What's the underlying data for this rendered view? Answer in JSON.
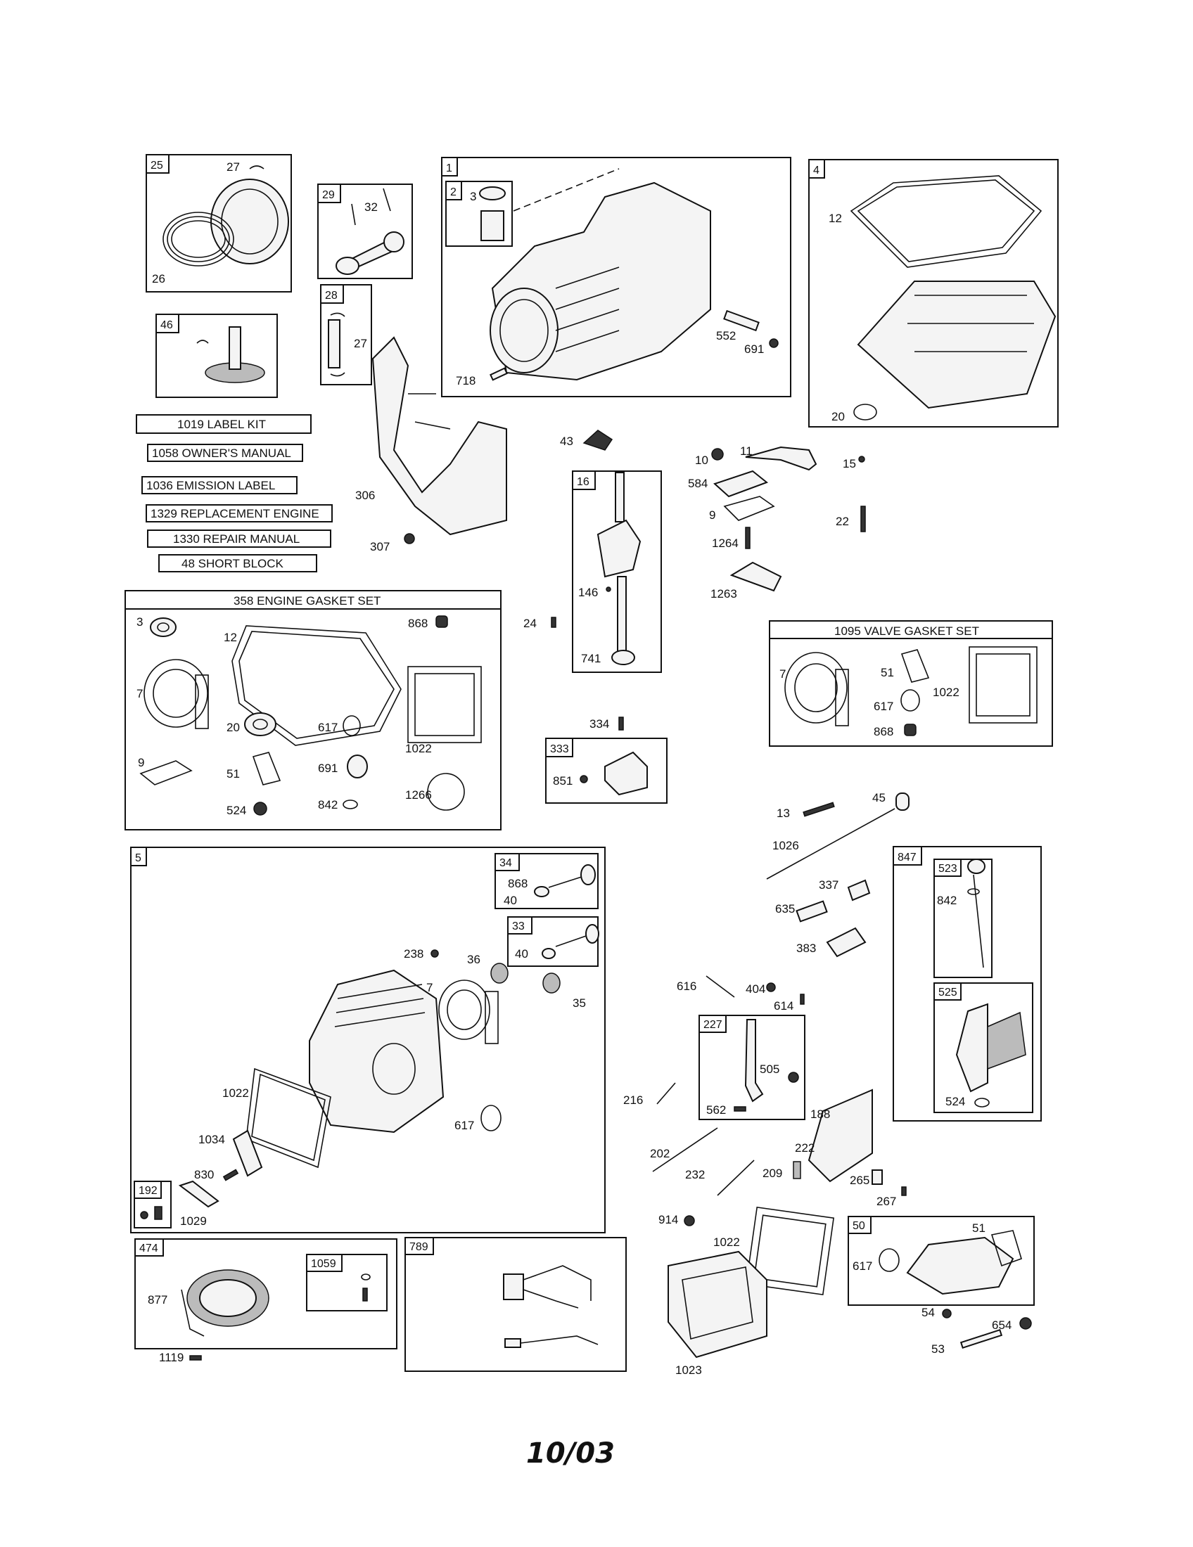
{
  "footer_date": "10/03",
  "kits": {
    "label_kit": "1019 LABEL KIT",
    "owners_manual": "1058 OWNER'S MANUAL",
    "emission_label": "1036 EMISSION LABEL",
    "replacement_engine": "1329 REPLACEMENT ENGINE",
    "repair_manual": "1330 REPAIR MANUAL",
    "short_block": "48 SHORT BLOCK"
  },
  "engine_gasket_set": {
    "title": "358 ENGINE GASKET SET",
    "labels": [
      "3",
      "12",
      "868",
      "7",
      "20",
      "617",
      "1022",
      "9",
      "51",
      "691",
      "524",
      "842",
      "1266"
    ]
  },
  "valve_gasket_set": {
    "title": "1095 VALVE GASKET SET",
    "labels": [
      "7",
      "51",
      "1022",
      "617",
      "868"
    ]
  },
  "boxes": {
    "b25": "25",
    "b29": "29",
    "b1": "1",
    "b2": "2",
    "b4": "4",
    "b28": "28",
    "b46": "46",
    "b16": "16",
    "b333": "333",
    "b5": "5",
    "b34": "34",
    "b33": "33",
    "b847": "847",
    "b523": "523",
    "b525": "525",
    "b227": "227",
    "b192": "192",
    "b474": "474",
    "b1059": "1059",
    "b789": "789",
    "b50": "50"
  },
  "part_labels": {
    "p27a": "27",
    "p26": "26",
    "p32": "32",
    "p3a": "3",
    "p552": "552",
    "p691a": "691",
    "p718": "718",
    "p12a": "12",
    "p20a": "20",
    "p27b": "27",
    "p306": "306",
    "p307": "307",
    "p43": "43",
    "p10": "10",
    "p11": "11",
    "p15": "15",
    "p584": "584",
    "p9a": "9",
    "p22": "22",
    "p1264": "1264",
    "p1263": "1263",
    "p146": "146",
    "p24": "24",
    "p741": "741",
    "p334": "334",
    "p851": "851",
    "p13": "13",
    "p45": "45",
    "p1026": "1026",
    "p337": "337",
    "p635": "635",
    "p383": "383",
    "p842b": "842",
    "p868b": "868",
    "p40a": "40",
    "p40b": "40",
    "p238": "238",
    "p36": "36",
    "p7c": "7",
    "p35": "35",
    "p1022c": "1022",
    "p617c": "617",
    "p1034": "1034",
    "p830": "830",
    "p1029": "1029",
    "p616": "616",
    "p404": "404",
    "p614": "614",
    "p505": "505",
    "p216": "216",
    "p562": "562",
    "p188": "188",
    "p524b": "524",
    "p202": "202",
    "p222": "222",
    "p232": "232",
    "p209": "209",
    "p265": "265",
    "p267": "267",
    "p914": "914",
    "p1022d": "1022",
    "p51c": "51",
    "p617d": "617",
    "p54": "54",
    "p654": "654",
    "p53": "53",
    "p877": "877",
    "p1119": "1119",
    "p1023": "1023"
  }
}
